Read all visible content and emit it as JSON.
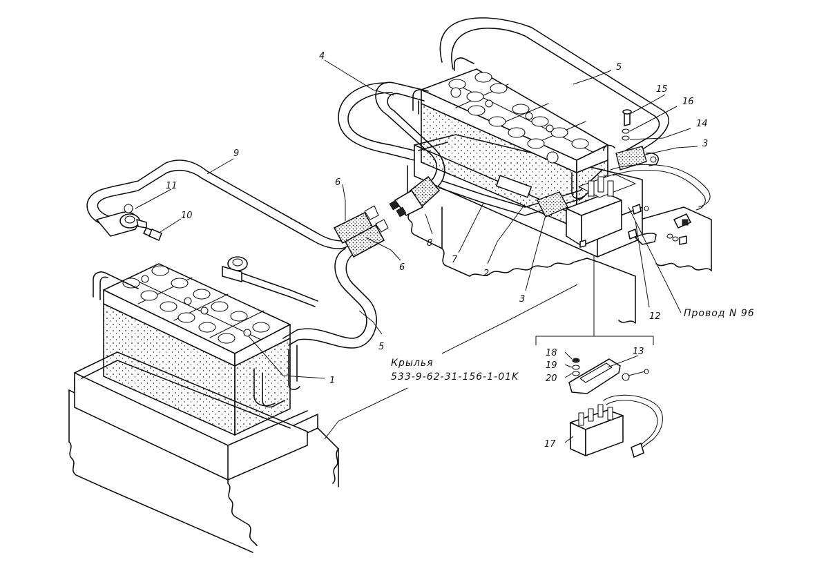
{
  "callouts": {
    "c1": "1",
    "c2": "2",
    "c3a": "3",
    "c3b": "3",
    "c4": "4",
    "c5a": "5",
    "c5b": "5",
    "c6a": "6",
    "c6b": "6",
    "c7": "7",
    "c8": "8",
    "c9": "9",
    "c10": "10",
    "c11": "11",
    "c12": "12",
    "c13": "13",
    "c14": "14",
    "c15": "15",
    "c16": "16",
    "c17": "17",
    "c18": "18",
    "c19": "19",
    "c20": "20"
  },
  "notes": {
    "wire": "Провод N 96",
    "wings_title": "Крылья",
    "wings_code": "533-9-62-31-156-1-01K"
  }
}
